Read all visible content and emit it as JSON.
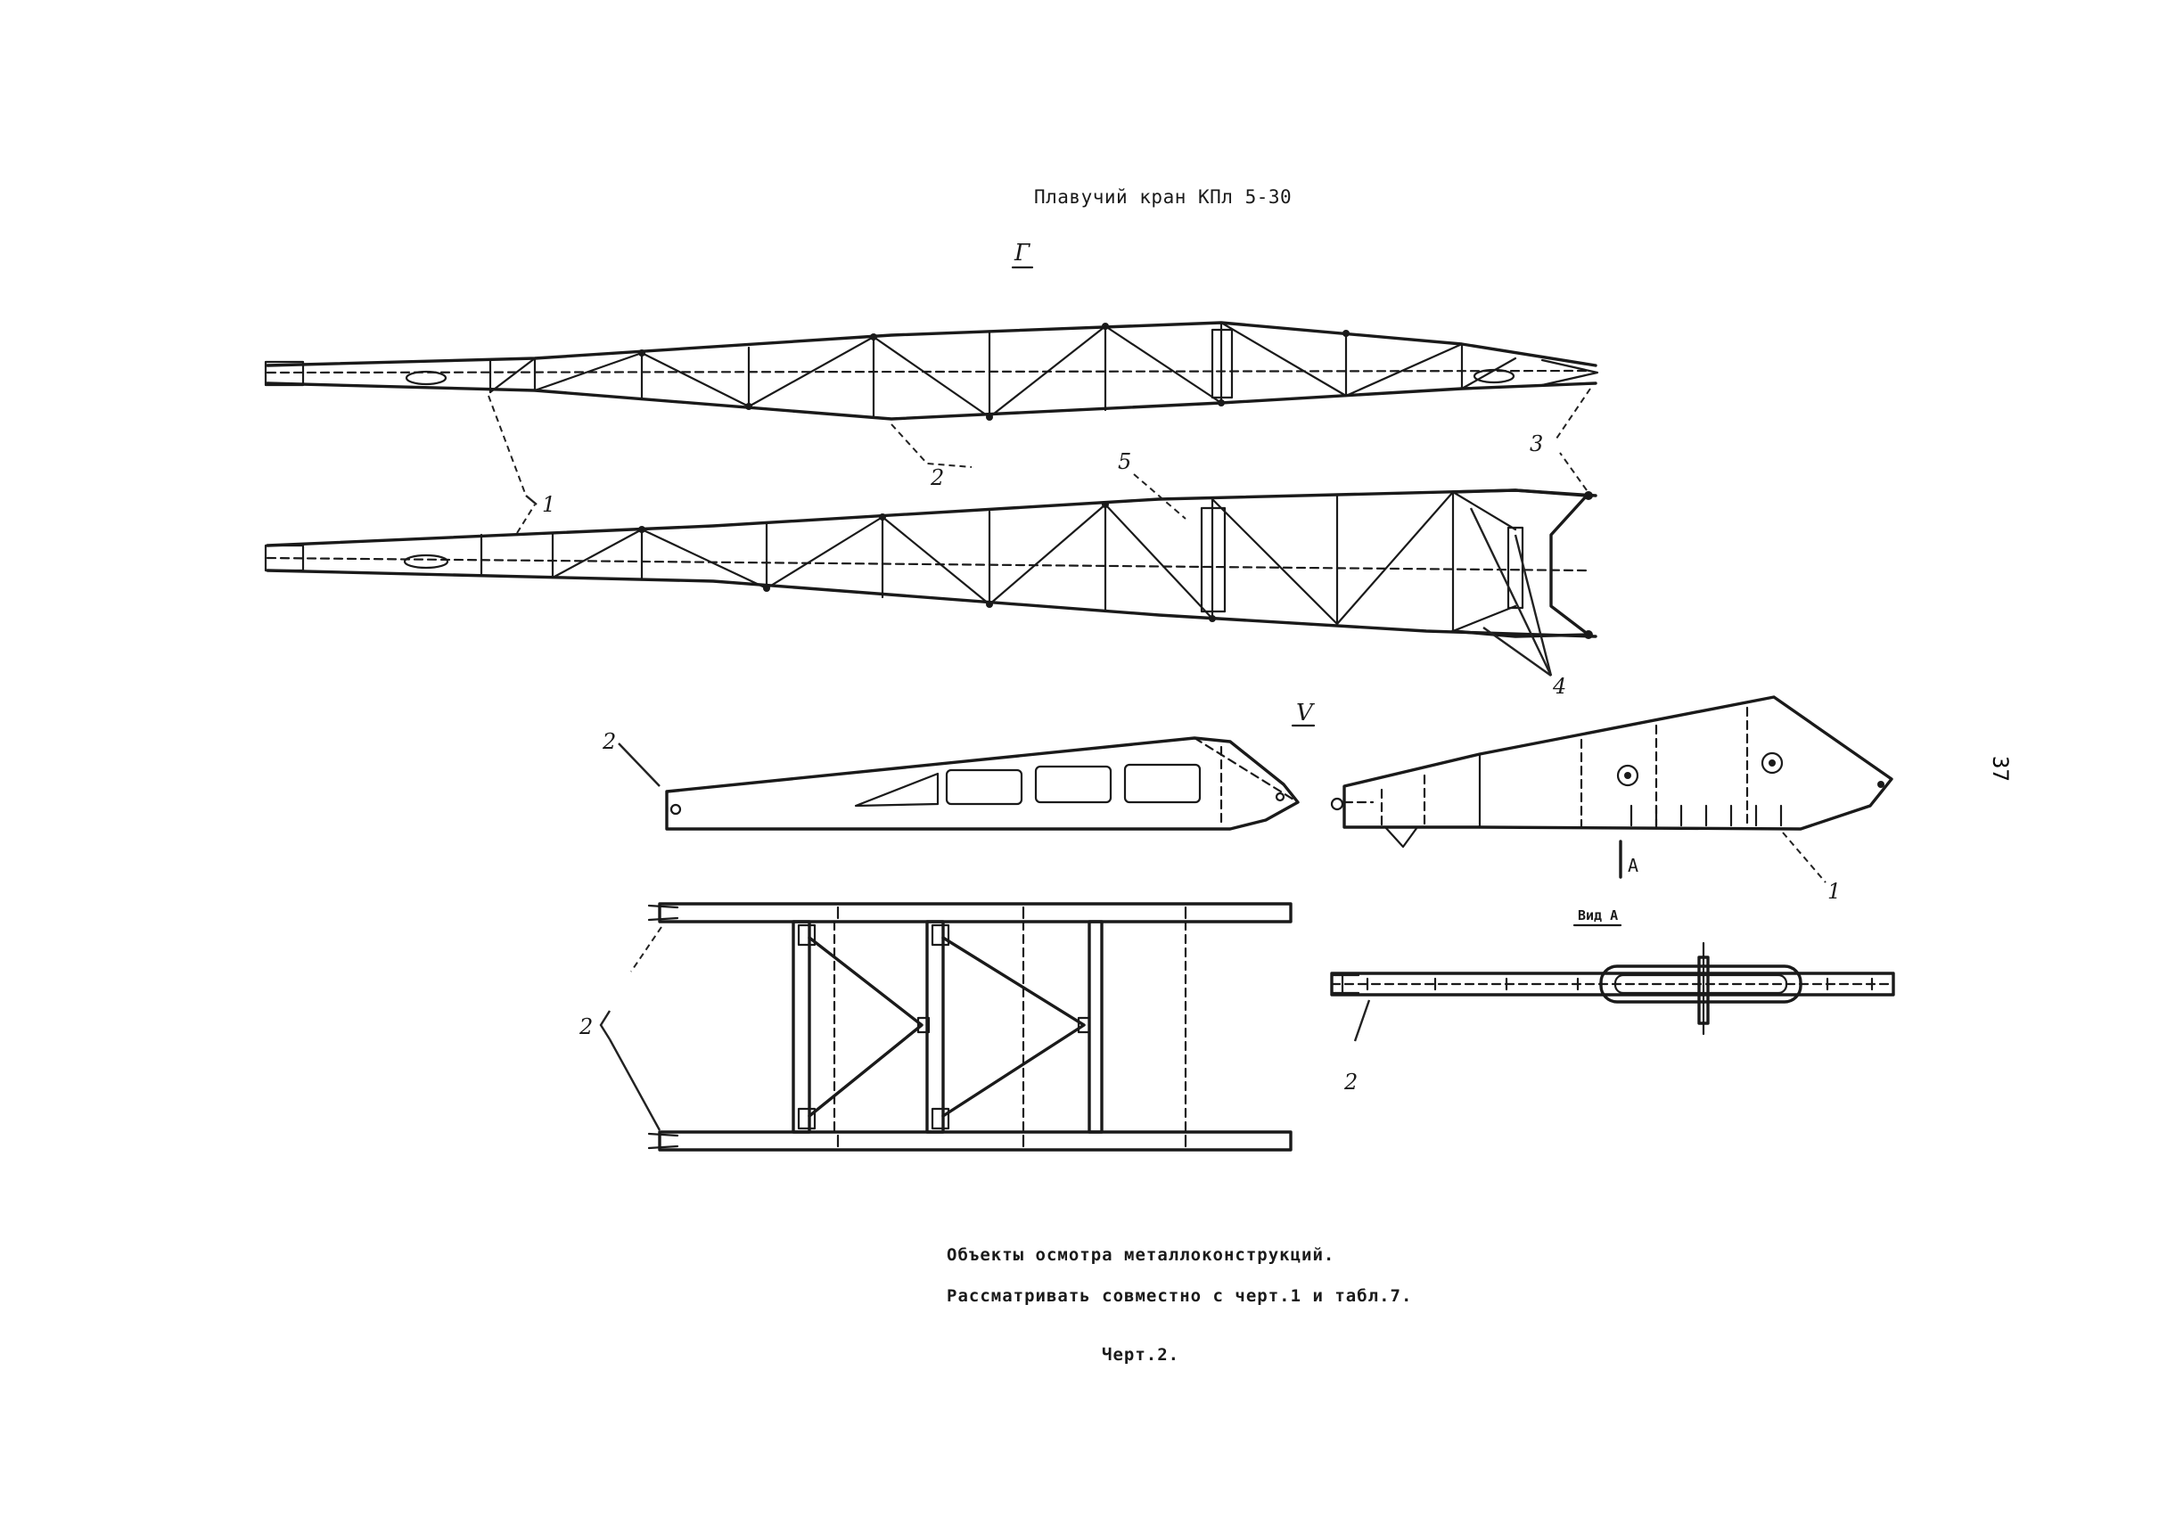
{
  "header": {
    "title": "Плавучий кран КПл 5-30"
  },
  "views": {
    "view_g": "Г",
    "view_v": "V",
    "section_a": "А",
    "section_view_label": "Вид А"
  },
  "callouts": {
    "c1_top_boom": "1",
    "c2_top_boom": "2",
    "c3_top_boom": "3",
    "c5_lower_boom": "5",
    "c4_lower_boom": "4",
    "c2_side_panel": "2",
    "c1_head_section": "1",
    "c2_plan_frame": "2",
    "c2_rod": "2"
  },
  "caption": {
    "line1": "Объекты осмотра металлоконструкций.",
    "line2": "Рассматривать совместно с черт.1 и табл.7.",
    "drawing_no": "Черт.2."
  },
  "page": {
    "number": "37"
  }
}
